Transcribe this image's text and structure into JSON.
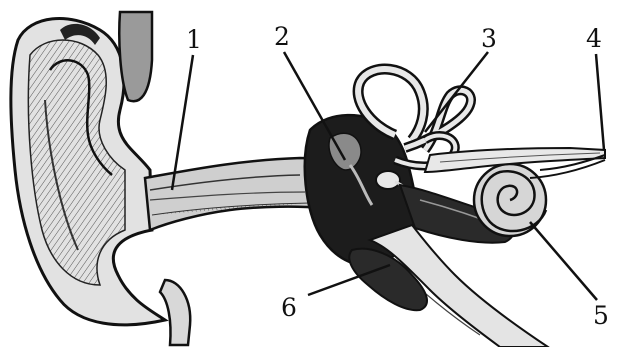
{
  "labels": {
    "l1": "1",
    "l2": "2",
    "l3": "3",
    "l4": "4",
    "l5": "5",
    "l6": "6"
  },
  "colors": {
    "ink": "#111111",
    "skin_light": "#dcdcdc",
    "skin_mid": "#b8b8b8",
    "dark_cavity": "#1c1c1c",
    "bone_fill": "#e8e8e8"
  }
}
